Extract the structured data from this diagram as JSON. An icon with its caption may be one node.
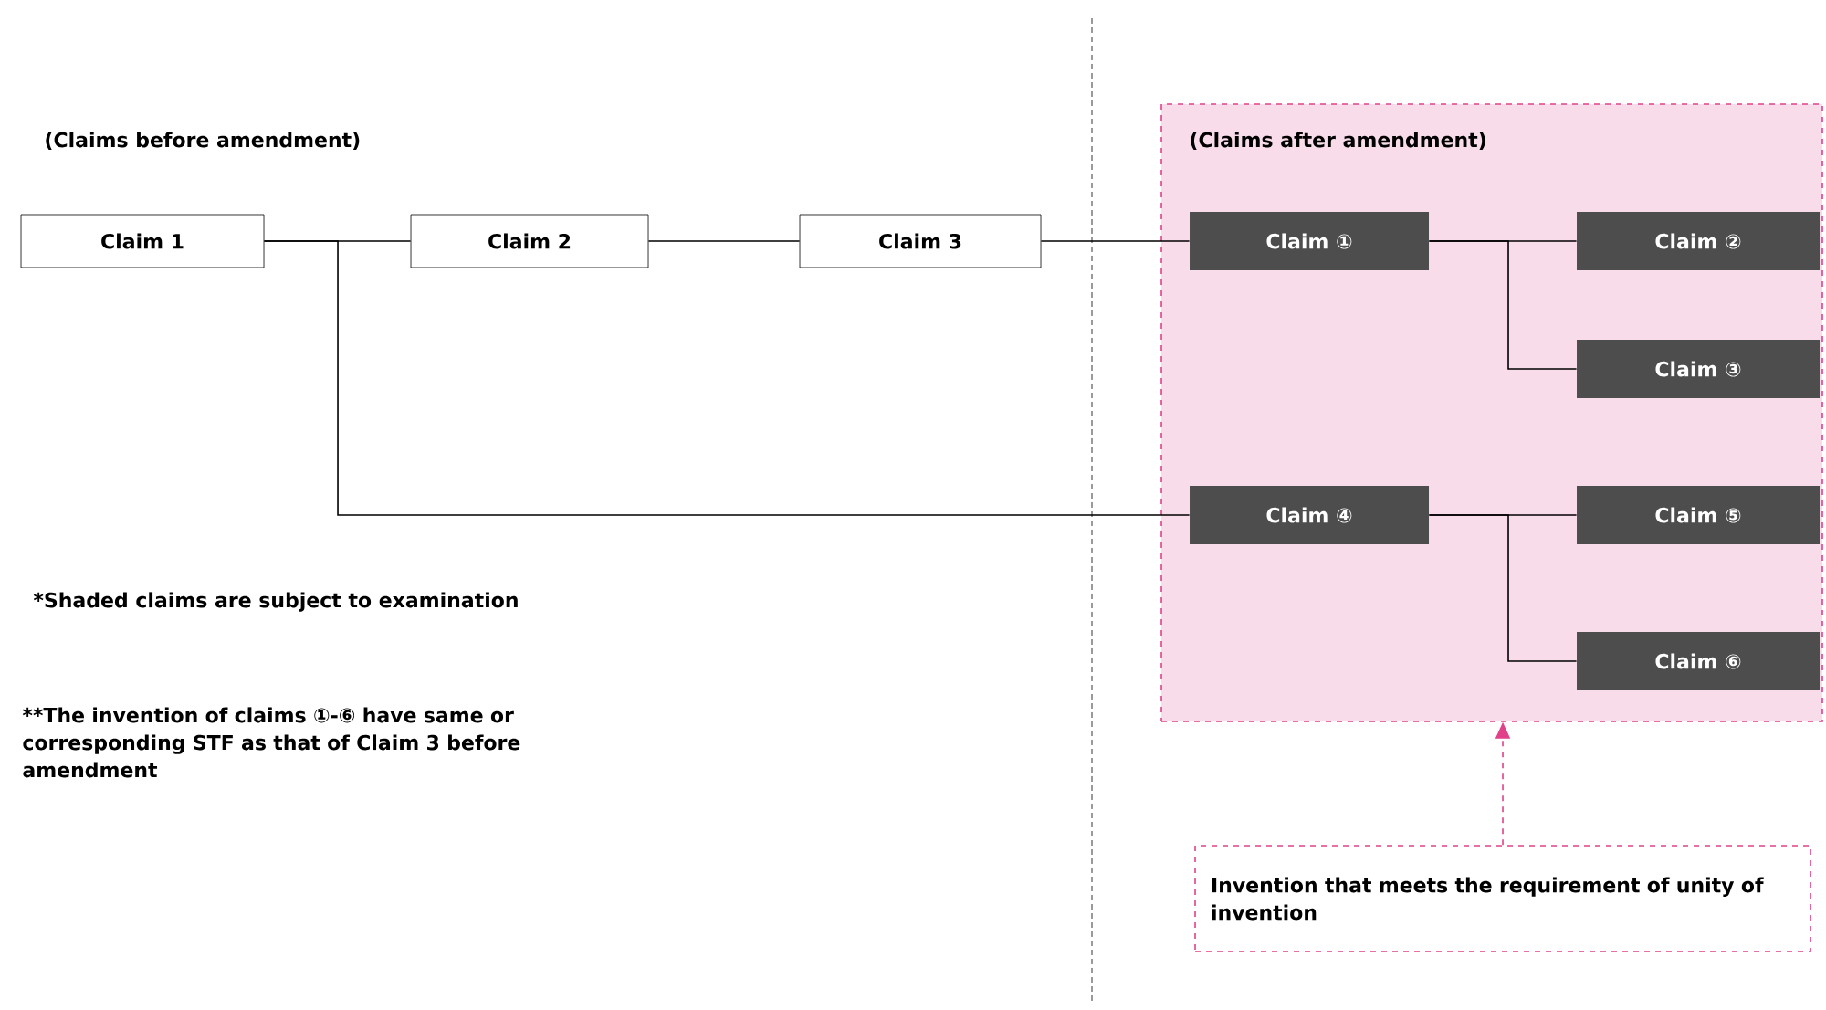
{
  "diagram": {
    "nodes": [
      {
        "text": [
          "Claim 1"
        ]
      },
      {
        "text": [
          "Claim 2"
        ]
      },
      {
        "text": [
          "Claim 3"
        ]
      },
      {
        "text": [],
        "shape": "box"
      },
      {
        "text": [
          "Claim ①"
        ],
        "in": 3
      },
      {
        "text": [
          "Claim ②"
        ],
        "in": 3
      },
      {
        "text": [
          "Claim ③"
        ],
        "in": 3
      },
      {
        "text": [
          "Claim ④"
        ],
        "in": 3
      },
      {
        "text": [
          "Claim ⑤"
        ],
        "in": 3
      },
      {
        "text": [
          "Claim ⑥"
        ],
        "in": 3
      },
      {
        "text": [
          "Invention that meets the requirement of unity of invention"
        ]
      }
    ],
    "edges": [
      {
        "from": 0,
        "to": 1,
        "arrow": "none"
      },
      {
        "from": 1,
        "to": 2,
        "arrow": "none"
      },
      {
        "from": 2,
        "to": 4,
        "arrow": "none"
      },
      {
        "from": 0,
        "to": 7,
        "arrow": "none"
      },
      {
        "from": 4,
        "to": 5,
        "arrow": "none"
      },
      {
        "from": 4,
        "to": 6,
        "arrow": "none"
      },
      {
        "from": 7,
        "to": 8,
        "arrow": "none"
      },
      {
        "from": 7,
        "to": 9,
        "arrow": "none"
      },
      {
        "from": 10,
        "to": 3,
        "arrow": "to",
        "style": "dashed",
        "color": "#e0428a"
      }
    ],
    "labels": [
      "(Claims before amendment)",
      "(Claims after amendment)",
      "*Shaded claims are subject to examination",
      "**The invention of claims ①-⑥ have same or corresponding STF as that of Claim 3 before amendment"
    ]
  }
}
